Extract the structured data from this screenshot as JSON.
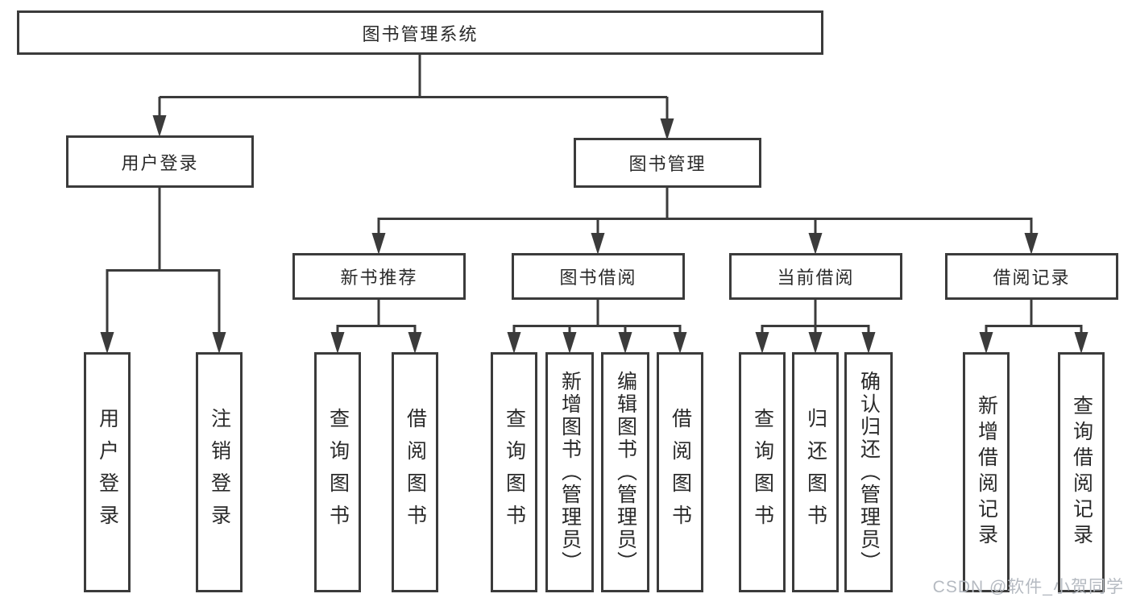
{
  "diagram": {
    "title": "图书管理系统",
    "root": {
      "label": "图书管理系统"
    },
    "branches": [
      {
        "label": "用户登录",
        "leaves": [
          {
            "label": "用户登录"
          },
          {
            "label": "注销登录"
          }
        ]
      },
      {
        "label": "图书管理",
        "groups": [
          {
            "label": "新书推荐",
            "leaves": [
              {
                "label": "查询图书"
              },
              {
                "label": "借阅图书"
              }
            ]
          },
          {
            "label": "图书借阅",
            "leaves": [
              {
                "label": "查询图书"
              },
              {
                "label": "新增图书（管理员）"
              },
              {
                "label": "编辑图书（管理员）"
              },
              {
                "label": "借阅图书"
              }
            ]
          },
          {
            "label": "当前借阅",
            "leaves": [
              {
                "label": "查询图书"
              },
              {
                "label": "归还图书"
              },
              {
                "label": "确认归还（管理员）"
              }
            ]
          },
          {
            "label": "借阅记录",
            "leaves": [
              {
                "label": "新增借阅记录"
              },
              {
                "label": "查询借阅记录"
              }
            ]
          }
        ]
      }
    ]
  },
  "watermark": {
    "text": "CSDN @软件_小贺同学"
  },
  "colors": {
    "line": "#3b3b3b",
    "border": "#3b3b3b",
    "text": "#2a2a2a",
    "watermark": "#b5bac1",
    "background": "#ffffff"
  }
}
